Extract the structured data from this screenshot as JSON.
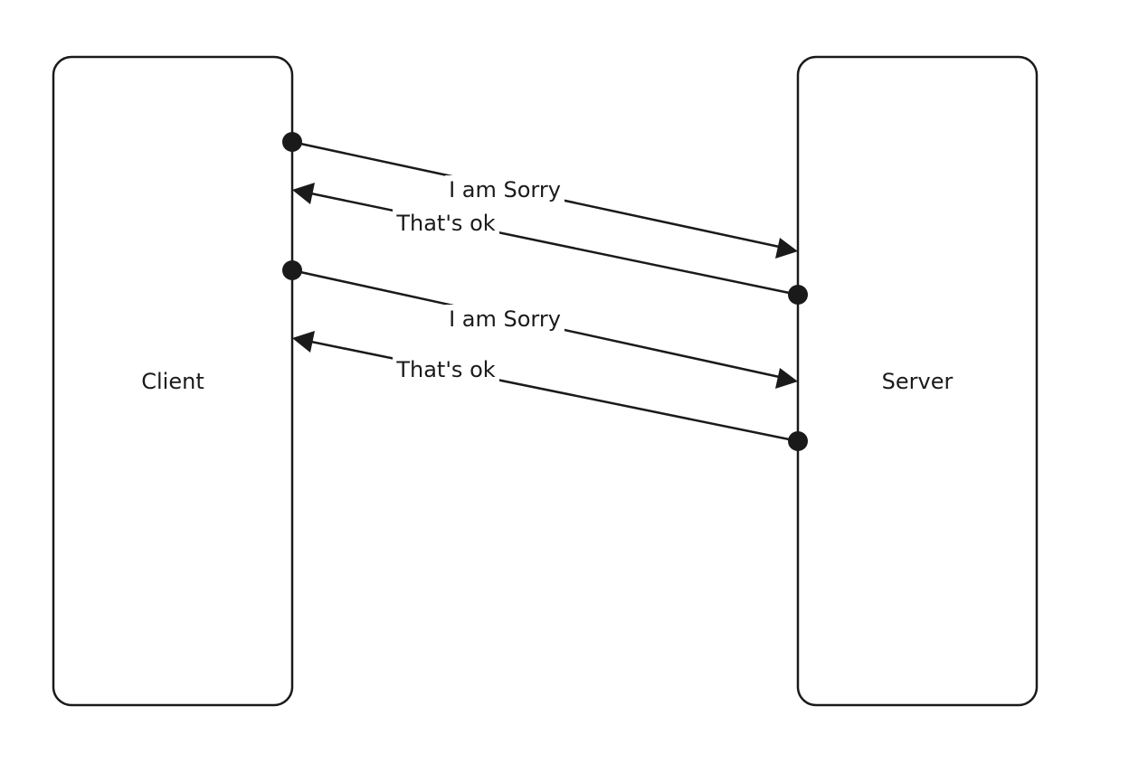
{
  "participants": [
    {
      "id": "client",
      "label": "Client"
    },
    {
      "id": "server",
      "label": "Server"
    }
  ],
  "messages": [
    {
      "from": "client",
      "to": "server",
      "label": "I am Sorry"
    },
    {
      "from": "server",
      "to": "client",
      "label": "That's ok"
    },
    {
      "from": "client",
      "to": "server",
      "label": "I am Sorry"
    },
    {
      "from": "server",
      "to": "client",
      "label": "That's ok"
    }
  ],
  "colors": {
    "stroke": "#1a1a1a",
    "background": "#ffffff"
  }
}
